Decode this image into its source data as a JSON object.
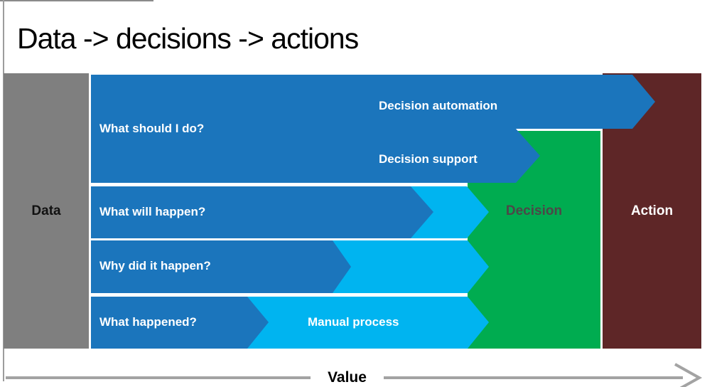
{
  "slide": {
    "title": "Data -> decisions -> actions"
  },
  "diagram": {
    "stages": {
      "data": "Data",
      "decision": "Decision",
      "action": "Action"
    },
    "bands": [
      {
        "question": "What should I do?",
        "labels": [
          "Decision automation",
          "Decision support"
        ]
      },
      {
        "question": "What will happen?"
      },
      {
        "question": "Why did it happen?"
      },
      {
        "question": "What happened?",
        "process_label": "Manual process"
      }
    ],
    "value_axis": {
      "label": "Value"
    },
    "colors": {
      "dark_blue": "#1b75bc",
      "light_blue": "#00b4f0",
      "green": "#00ac50",
      "dark_red": "#5e2627",
      "gray": "#7f7f7f",
      "axis_gray": "#a3a3a3"
    }
  }
}
